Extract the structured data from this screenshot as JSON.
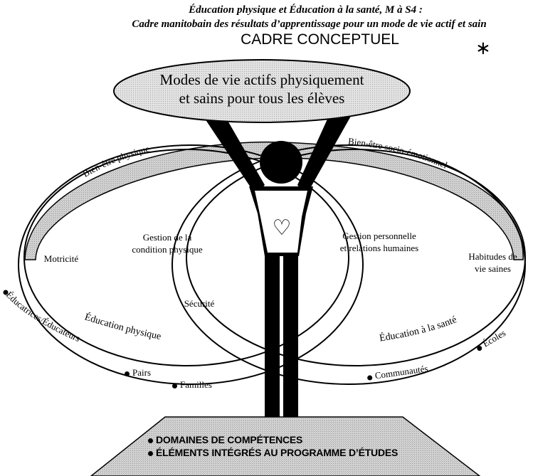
{
  "header": {
    "line1": "Éducation physique et Éducation à la santé, M à S4 :",
    "line2": "Cadre manitobain des résultats d’apprentissage pour un mode de vie actif et sain",
    "title": "CADRE CONCEPTUEL",
    "marker": "∗"
  },
  "goal": {
    "line1": "Modes de vie actifs physiquement",
    "line2": "et sains pour tous les élèves"
  },
  "bands": {
    "left": "Bien-être physique",
    "right": "Bien-être socio-émotionnel"
  },
  "heart": "♡",
  "domains": {
    "condition_line1": "Gestion de la",
    "condition_line2": "condition physique",
    "personnelle_line1": "Gestion personnelle",
    "personnelle_line2": "et relations humaines",
    "motricite": "Motricité",
    "habitudes_line1": "Habitudes de",
    "habitudes_line2": "vie saines",
    "securite": "Sécurité"
  },
  "programs": {
    "left": "Éducation physique",
    "right": "Éducation à la santé"
  },
  "partners": {
    "educateurs": "Éducatrices/Éducateurs",
    "pairs": "Pairs",
    "familles": "Familles",
    "communautes": "Communautés",
    "ecoles": "Écoles"
  },
  "base": {
    "line1": "DOMAINES DE COMPÉTENCES",
    "line2": "ÉLÉMENTS INTÉGRÉS AU PROGRAMME D’ÉTUDES"
  }
}
